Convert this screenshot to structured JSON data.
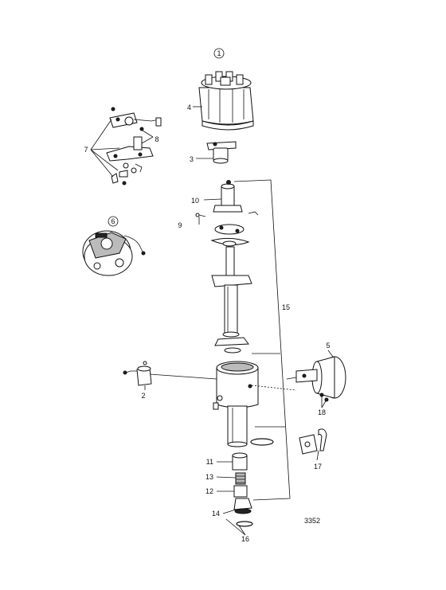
{
  "diagram": {
    "figure_number": "3352",
    "circled_labels": [
      "1",
      "6"
    ],
    "callouts": [
      "2",
      "3",
      "4",
      "5",
      "7",
      "8",
      "9",
      "10",
      "11",
      "12",
      "13",
      "14",
      "15",
      "16",
      "17",
      "18"
    ]
  }
}
